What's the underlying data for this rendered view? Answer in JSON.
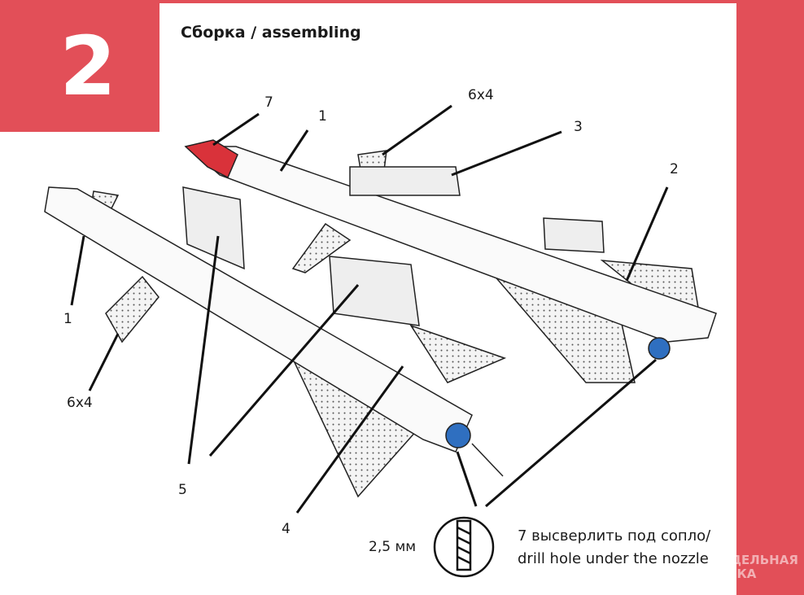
{
  "step_number": "2",
  "title": "Сборка / assembling",
  "callouts": {
    "nose_cone": "7",
    "upper_body": "1",
    "upper_fins": "6x4",
    "pylon_mounts": "3",
    "right_missile": "2",
    "lower_body": "1",
    "lower_fins": "6x4",
    "pylons": "5",
    "lower_missile": "4"
  },
  "drill": {
    "size": "2,5 мм",
    "note_ru": "7 высверлить под сопло/",
    "note_en": "drill hole under the nozzle"
  },
  "watermark": "МОДЕЛЬНАЯ ЛАВКА",
  "colors": {
    "accent": "#e24f58",
    "nose": "#d9323a",
    "nozzle": "#2f6fc0"
  }
}
